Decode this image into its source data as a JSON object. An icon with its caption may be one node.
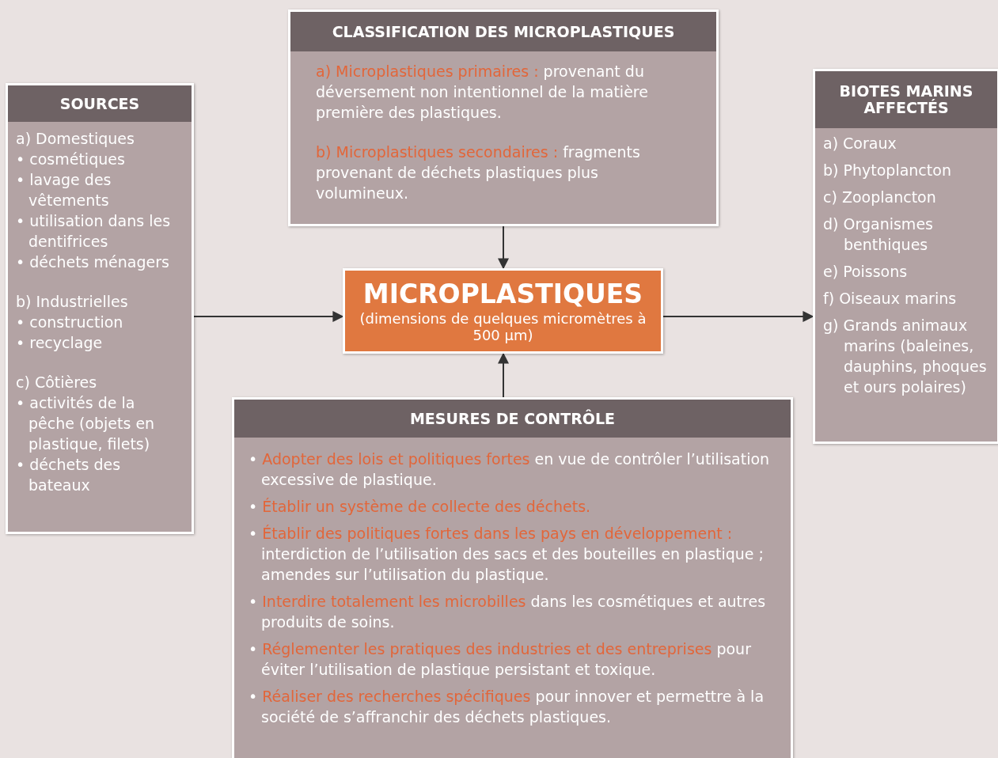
{
  "diagram": {
    "nodes": [
      {
        "text": [
          "SOURCES",
          "a) Domestiques",
          "• cosmétiques",
          "• lavage des vêtements",
          "• utilisation dans les dentifrices",
          "• déchets ménagers",
          "b) Industrielles",
          "• construction",
          "• recyclage",
          "c) Côtières",
          "• activités de la pêche (objets en plastique, filets)",
          "• déchets des bateaux"
        ]
      },
      {
        "text": [
          "CLASSIFICATION DES MICROPLASTIQUES",
          "**a) Microplastiques primaires :** provenant du déversement non intentionnel de la matière première des plastiques.",
          "**b) Microplastiques secondaires :** fragments provenant de déchets plastiques plus volumineux."
        ]
      },
      {
        "text": [
          "MICROPLASTIQUES",
          "(dimensions de quelques micromètres à 500 µm)"
        ]
      },
      {
        "text": [
          "BIOTES MARINS AFFECTÉS",
          "a) Coraux",
          "b) Phytoplancton",
          "c) Zooplancton",
          "d) Organismes benthiques",
          "e) Poissons",
          "f) Oiseaux marins",
          "g) Grands animaux marins (baleines, dauphins, phoques et ours polaires)"
        ]
      },
      {
        "text": [
          "MESURES DE CONTRÔLE",
          "• **Adopter des lois et politiques fortes** en vue de contrôler l’utilisation excessive de plastique.",
          "• **Établir un système de collecte des déchets.**",
          "• **Établir des politiques fortes dans les pays en développement :** interdiction de l’utilisation des sacs et des bouteilles en plastique ; amendes sur l’utilisation du plastique.",
          "• **Interdire totalement les microbilles** dans les cosmétiques et autres produits de soins.",
          "• **Réglementer les pratiques des industries et des entreprises** pour éviter l’utilisation de plastique persistant et toxique.",
          "• **Réaliser des recherches spécifiques** pour innover et permettre à la société de s’affranchir des déchets plastiques."
        ]
      }
    ],
    "edges": [
      {
        "from": 0,
        "to": 2,
        "arrow": "to"
      },
      {
        "from": 1,
        "to": 2,
        "arrow": "to"
      },
      {
        "from": 4,
        "to": 2,
        "arrow": "to"
      },
      {
        "from": 2,
        "to": 3,
        "arrow": "to"
      }
    ]
  }
}
